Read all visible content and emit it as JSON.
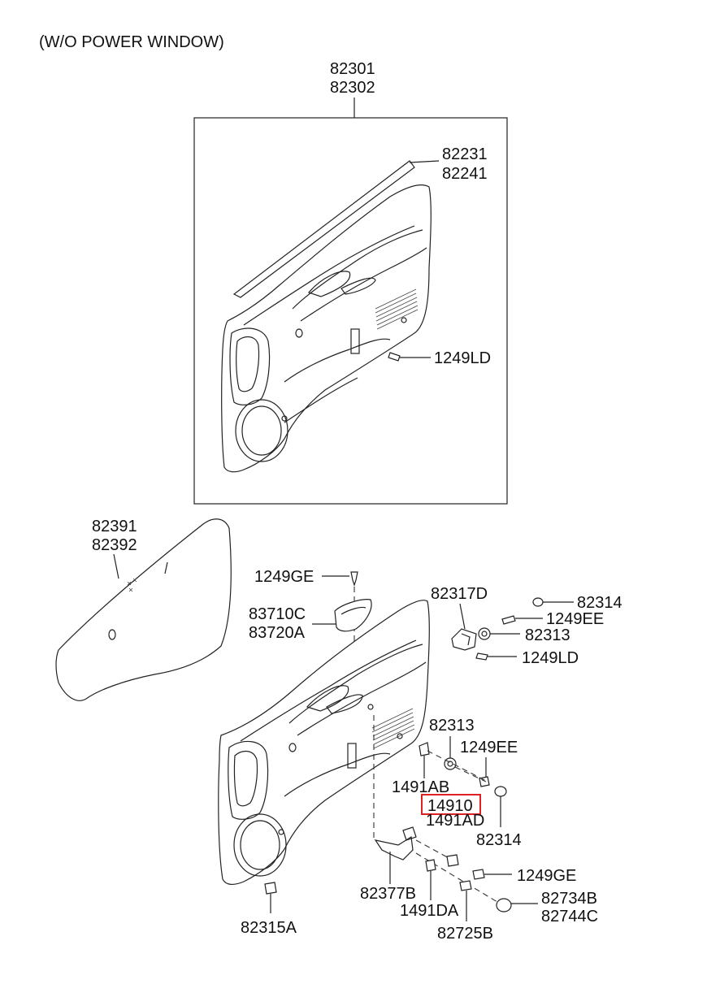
{
  "header": {
    "variant": "(W/O POWER WINDOW)"
  },
  "callouts": {
    "panel_assy": [
      "82301",
      "82302"
    ],
    "weatherstrip": [
      "82231",
      "82241"
    ],
    "screw_upper": "1249LD",
    "seal_film": [
      "82391",
      "82392"
    ],
    "screw_grip": "1249GE",
    "grip_cover": [
      "83710C",
      "83720A"
    ],
    "bracket": "82317D",
    "cap_upper": "82314",
    "screw_upper_ee": "1249EE",
    "washer_upper": "82313",
    "screw_ld": "1249LD",
    "washer_lower": "82313",
    "screw_lower_ee": "1249EE",
    "clip_ab": "1491AB",
    "part_highlight": "14910",
    "clip_ad": "1491AD",
    "cap_lower": "82314",
    "screw_lower_ge": "1249GE",
    "handle_bracket": "82377B",
    "clip_da": "1491DA",
    "screw_725b": "82725B",
    "cap_734b": [
      "82734B",
      "82744C"
    ],
    "clip_315a": "82315A"
  },
  "colors": {
    "highlight": "#e02020",
    "line": "#222222"
  }
}
